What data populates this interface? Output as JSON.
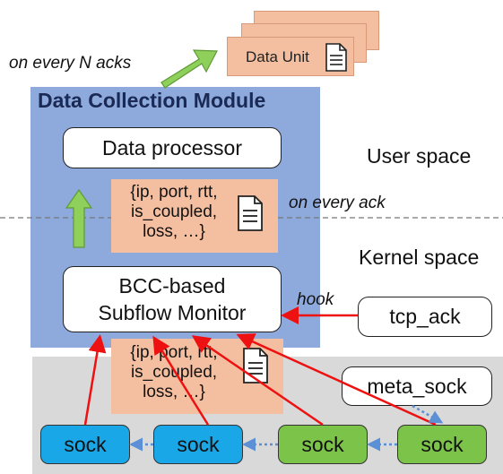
{
  "data_units": {
    "label": "Data Unit"
  },
  "trigger": {
    "every_n_acks": "on every N acks",
    "every_ack": "on every ack",
    "hook": "hook"
  },
  "module": {
    "title": "Data Collection Module",
    "data_processor": "Data processor",
    "monitor_line1": "BCC-based",
    "monitor_line2": "Subflow Monitor"
  },
  "spaces": {
    "user": "User space",
    "kernel": "Kernel space"
  },
  "info_upper": {
    "line1": "{ip, port, rtt,",
    "line2": "is_coupled,",
    "line3": "loss, …}"
  },
  "info_lower": {
    "line1": "{ip, port, rtt,",
    "line2": "is_coupled,",
    "line3": "loss, …}"
  },
  "kernel_boxes": {
    "tcp_ack": "tcp_ack",
    "meta_sock": "meta_sock"
  },
  "socks": [
    {
      "label": "sock",
      "color": "#1aa7e8"
    },
    {
      "label": "sock",
      "color": "#1aa7e8"
    },
    {
      "label": "sock",
      "color": "#7cc34a"
    },
    {
      "label": "sock",
      "color": "#7cc34a"
    }
  ],
  "colors": {
    "module_bg": "#8ea9dc",
    "kernel_bg": "#d9d9d9",
    "peach": "#f4bfa0",
    "green_arrow": "#8fd05a",
    "red_arrow": "#ee1111",
    "dotted_arrow": "#5b8fd6"
  }
}
